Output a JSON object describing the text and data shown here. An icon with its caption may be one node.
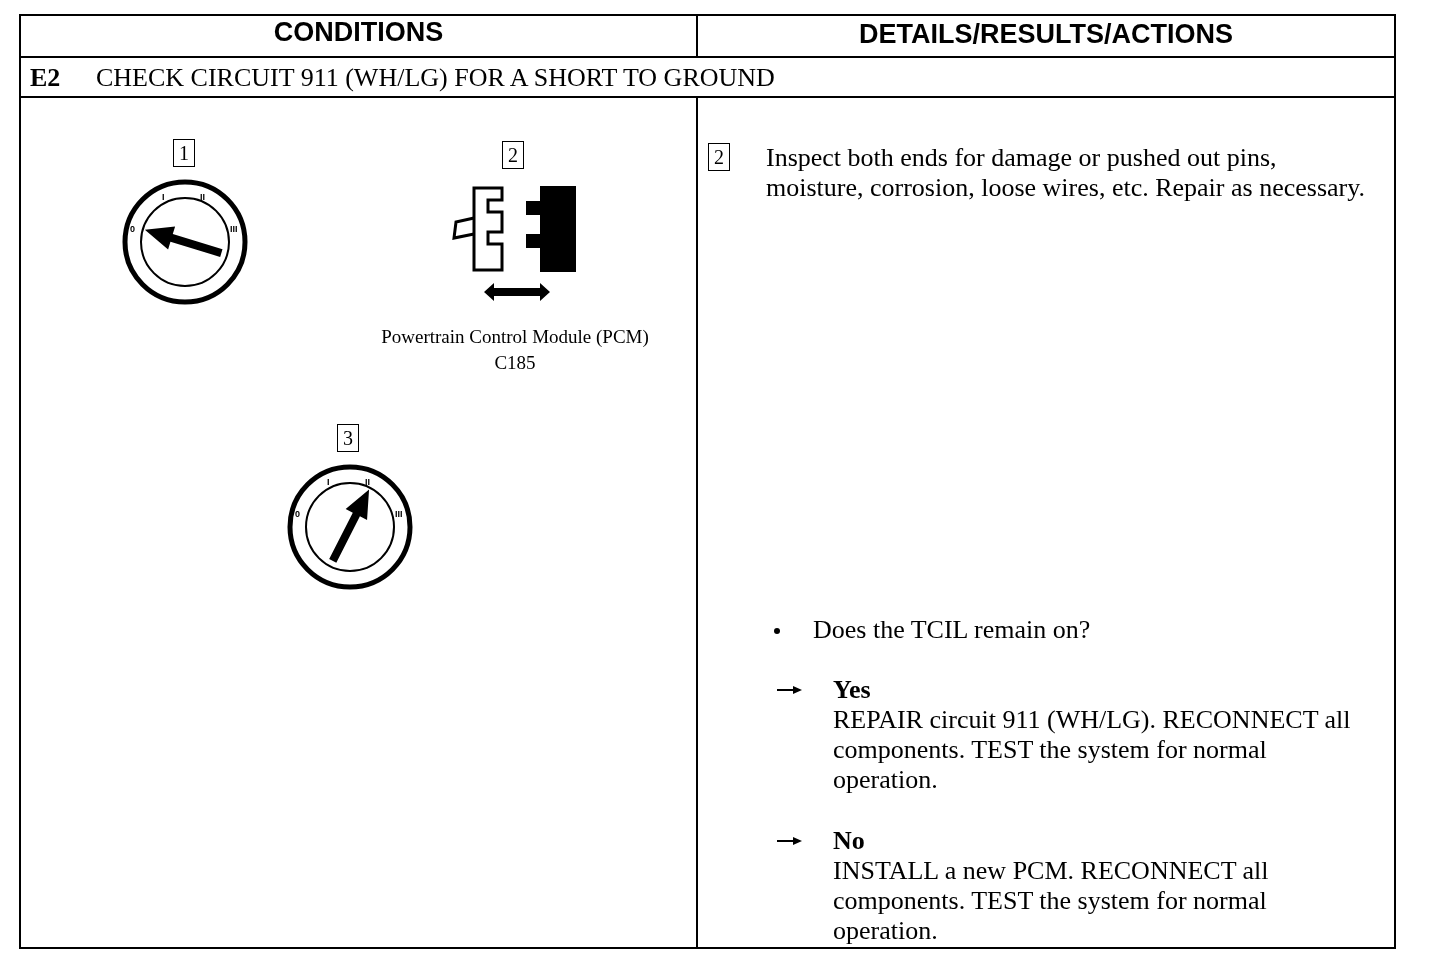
{
  "diagram": {
    "labels": [
      "CONDITIONS",
      "DETAILS/RESULTS/ACTIONS",
      "E2",
      "CHECK CIRCUIT 911 (WH/LG) FOR A SHORT TO GROUND",
      "1",
      "0",
      "I",
      "II",
      "III",
      "2",
      "Powertrain Control Module (PCM)",
      "C185",
      "3",
      "0",
      "I",
      "II",
      "III",
      "2",
      "Inspect both ends for damage or pushed out pins, moisture, corrosion, loose wires, etc. Repair as necessary.",
      "Does the TCIL remain on?",
      "Yes",
      "REPAIR circuit 911 (WH/LG). RECONNECT all components. TEST the system for normal operation.",
      "No",
      "INSTALL a new PCM. RECONNECT all components. TEST the system for normal operation."
    ]
  }
}
